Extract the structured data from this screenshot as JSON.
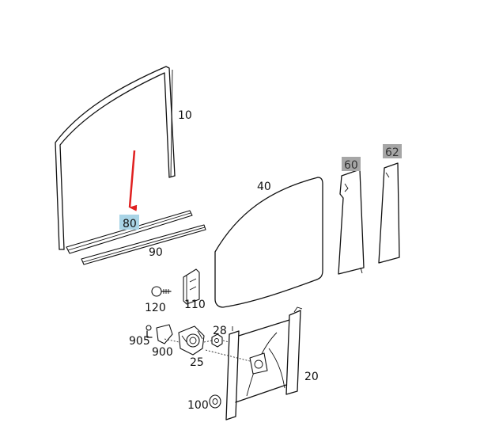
{
  "labels": {
    "p10": "10",
    "p20": "20",
    "p25": "25",
    "p28": "28",
    "p40": "40",
    "p60": "60",
    "p62": "62",
    "p80": "80",
    "p90": "90",
    "p100": "100",
    "p110": "110",
    "p120": "120",
    "p900": "900",
    "p905": "905"
  },
  "colors": {
    "selected_highlight": "#a9d4e6",
    "secondary_highlight": "#a6a6a6",
    "pointer_arrow": "#e02020"
  },
  "selected_part": "80"
}
